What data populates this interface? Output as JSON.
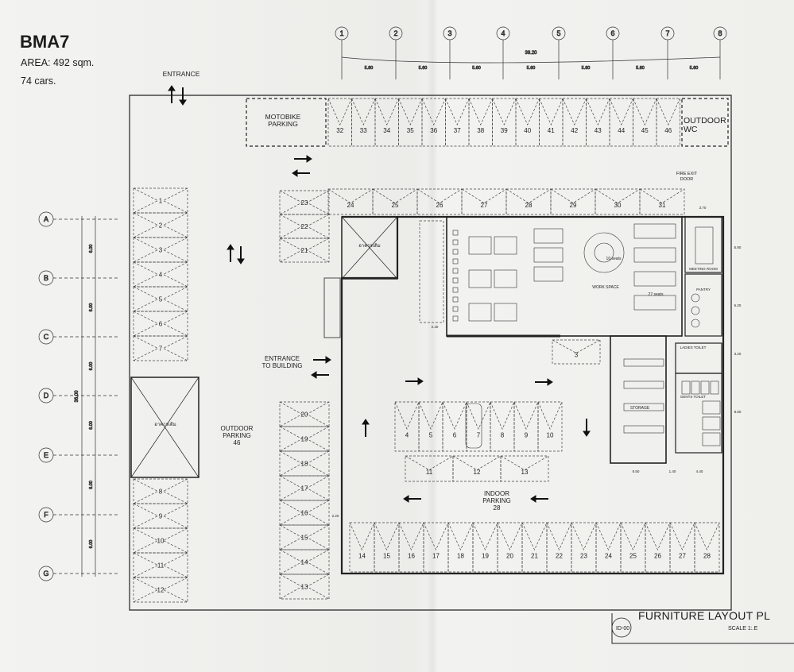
{
  "header": {
    "title": "BMA7",
    "area": "AREA: 492 sqm.",
    "cars": "74 cars."
  },
  "grid": {
    "columns": [
      "1",
      "2",
      "3",
      "4",
      "5",
      "6",
      "7",
      "8"
    ],
    "rows": [
      "A",
      "B",
      "C",
      "D",
      "E",
      "F",
      "G"
    ],
    "overall_top": "39.20",
    "top_spans": [
      "5.80",
      "5.60",
      "5.60",
      "5.60",
      "5.60",
      "5.60",
      "5.60"
    ],
    "left_total": "36.00",
    "left_spans": [
      "6.00",
      "6.00",
      "6.00",
      "6.00",
      "6.00",
      "6.00"
    ]
  },
  "labels": {
    "entrance": "ENTRANCE",
    "motobike": "MOTOBIKE\nPARKING",
    "outdoor_wc": "OUTDOOR\nWC",
    "fire_exit": "FIRE EXIT\nDOOR",
    "outdoor_parking": "OUTDOOR\nPARKING\n46",
    "entrance_building": "ENTRANCE\nTO BUILDING",
    "indoor_parking": "INDOOR\nPARKING\n28",
    "work_space": "WORK SPACE",
    "ten_seats": "10 seats",
    "twentyseven_seats": "27 seats",
    "meeting_room": "MEETING ROOM",
    "pantry": "PANTRY",
    "ladies_toilet": "LADIES TOILET",
    "gents_toilet": "GENTS TOILET",
    "storage": "STORAGE",
    "thai_label": "อาคารเดิม",
    "dim_240": "2.40",
    "dim_370": "3.70",
    "dim_850a": "8.50",
    "dim_140": "1.40",
    "dim_440": "4.40",
    "dim_320": "3.20",
    "dim_580": "5.80",
    "dim_620": "6.20",
    "dim_860": "8.60",
    "dim_220": "2.20"
  },
  "title_block": {
    "name": "FURNITURE LAYOUT PL",
    "scale": "SCALE 1:.E",
    "sheet": "ID-00"
  },
  "parking": {
    "top_row": [
      "32",
      "33",
      "34",
      "35",
      "36",
      "37",
      "38",
      "39",
      "40",
      "41",
      "42",
      "43",
      "44",
      "45",
      "46"
    ],
    "second_row": [
      "24",
      "25",
      "26",
      "27",
      "28",
      "29",
      "30",
      "31"
    ],
    "left_column_top": [
      "1",
      "2",
      "3",
      "4",
      "5",
      "6",
      "7"
    ],
    "left_column_bottom": [
      "8",
      "9",
      "10",
      "11",
      "12"
    ],
    "mid_column_top": [
      "23",
      "22",
      "21"
    ],
    "mid_column_bottom": [
      "20",
      "19",
      "18",
      "17",
      "16",
      "15",
      "14",
      "13"
    ],
    "indoor_center": [
      "4",
      "5",
      "6",
      "7",
      "8",
      "9",
      "10"
    ],
    "indoor_lower": [
      "11",
      "12",
      "13"
    ],
    "indoor_bottom": [
      "14",
      "15",
      "16",
      "17",
      "18",
      "19",
      "20",
      "21",
      "22",
      "23",
      "24",
      "25",
      "26",
      "27",
      "28"
    ],
    "indoor_near_storage": [
      "3"
    ]
  },
  "colors": {
    "ink": "#222222",
    "paper": "#efefec"
  }
}
